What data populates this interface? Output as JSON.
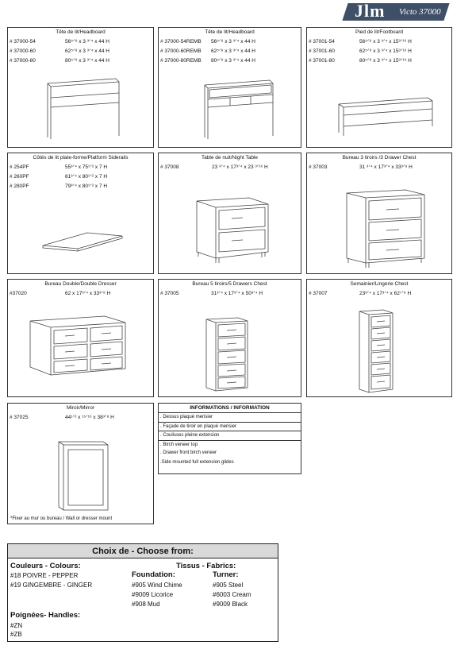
{
  "brand": {
    "logo_text": "Jlm",
    "model": "Victo 37000"
  },
  "products": {
    "headboard": {
      "title": "Tête de lit/Headboard",
      "rows": [
        {
          "code": "# 37000-54",
          "dims": "56⁵ᐟ⁸ x 3 ³ᐟ⁴ x 44 H"
        },
        {
          "code": "# 37000-60",
          "dims": "62⁵ᐟ⁸ x 3 ³ᐟ⁴ x 44 H"
        },
        {
          "code": "# 37000-80",
          "dims": "80⁵ᐟ⁸ x 3 ³ᐟ⁴ x 44 H"
        }
      ]
    },
    "headboard_storage": {
      "title": "Tête de lit/Headboard",
      "rows": [
        {
          "code": "# 37000-54REMB",
          "dims": "56⁵ᐟ⁸ x 3 ³ᐟ⁴ x 44 H"
        },
        {
          "code": "# 37000-60REMB",
          "dims": "62⁵ᐟ⁸ x 3 ³ᐟ⁴ x 44 H"
        },
        {
          "code": "# 37000-80REMB",
          "dims": "80⁵ᐟ⁸ x 3 ³ᐟ⁴ x 44 H"
        }
      ]
    },
    "footboard": {
      "title": "Pied de lit/Footboard",
      "rows": [
        {
          "code": "# 37001-54",
          "dims": "56⁵ᐟ⁸ x 3 ³ᐟ⁴ x 15³ᐟ¹⁶ H"
        },
        {
          "code": "# 37001-60",
          "dims": "62⁵ᐟ⁸ x 3 ³ᐟ⁴ x 15³ᐟ¹⁶ H"
        },
        {
          "code": "# 37001-80",
          "dims": "80⁵ᐟ⁸ x 3 ³ᐟ⁴ x 15³ᐟ¹⁶ H"
        }
      ]
    },
    "siderails": {
      "title": "Côtés de lit plate-forme/Platform Siderails",
      "rows": [
        {
          "code": "# 254PF",
          "dims": "55³ᐟ⁴ x 75¹ᐟ² x 7 H"
        },
        {
          "code": "# 260PF",
          "dims": "61³ᐟ⁴ x  80¹ᐟ² x 7 H"
        },
        {
          "code": "# 280PF",
          "dims": "79³ᐟ⁴ x  80¹ᐟ² x 7 H"
        }
      ]
    },
    "nightstand": {
      "title": "Table de nuit/Night Table",
      "rows": [
        {
          "code": "# 37008",
          "dims": "23 ³ᐟ⁴ x 17³ᐟ⁴ x 23 ³ᐟ¹⁶ H"
        }
      ]
    },
    "chest3": {
      "title": "Bureau 3 tiroirs /3 Drawer Chest",
      "rows": [
        {
          "code": "# 37003",
          "dims": "31 ³ᐟ⁴ x 17³ᐟ⁴ x 33³ᐟ⁸ H"
        }
      ]
    },
    "dresser": {
      "title": "Bureau Double/Double Dresser",
      "rows": [
        {
          "code": "#37020",
          "dims": "62  x 17³ᐟ⁴ x 33³ᐟ⁸ H"
        }
      ]
    },
    "chest5": {
      "title": "Bureau 5 tiroirs/5 Drawers Chest",
      "rows": [
        {
          "code": "# 37005",
          "dims": "31³ᐟ⁴ x 17³ᐟ⁴ x 50³ᐟ⁴ H"
        }
      ]
    },
    "lingerie": {
      "title": "Semainier/Lingerie Chest",
      "rows": [
        {
          "code": "# 37007",
          "dims": "23³ᐟ⁴ x 17³ᐟ⁴ x 62⁷ᐟ⁸ H"
        }
      ]
    },
    "mirror": {
      "title": "Miroir/Mirror",
      "rows": [
        {
          "code": "# 37025",
          "dims": "44¹ᐟ² x ¹⁵ᐟ¹⁶ x 38³ᐟ⁸ H"
        }
      ],
      "note": "*Fixer au mur ou bureau / Wall or dresser mount"
    }
  },
  "info": {
    "title": "INFORMATIONS / INFORMATION",
    "fr": [
      ". Dessus plaqué merisier",
      ". Façade de tiroir en plaqué merisier",
      ". Coulisses pleine extension"
    ],
    "en": [
      ". Birch veneer top",
      ". Drawer front birch veneer",
      ".Side mounted full extension glides"
    ]
  },
  "choose": {
    "title": "Choix de - Choose from:",
    "colours_label": "Couleurs - Colours:",
    "colours": [
      "#18 POIVRE - PEPPER",
      "#19 GINGEMBRE - GINGER"
    ],
    "fabrics_label": "Tissus - Fabrics:",
    "foundation_label": "Foundation:",
    "foundation": [
      "#905 Wind Chime",
      "#9009 Licorice",
      "#908 Mud"
    ],
    "turner_label": "Turner:",
    "turner": [
      "#905 Steel",
      "#6003 Cream",
      "#9009 Black"
    ],
    "handles_label": "Poignées- Handles:",
    "handles": [
      "#ZN",
      "#ZB"
    ]
  }
}
